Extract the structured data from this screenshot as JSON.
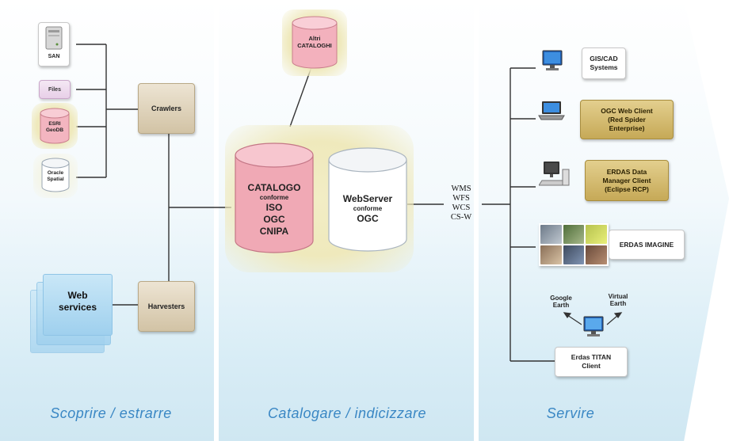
{
  "sections": {
    "discover": "Scoprire / estrarre",
    "catalog": "Catalogare / indicizzare",
    "serve": "Servire"
  },
  "sources": {
    "san": "SAN",
    "files": "Files",
    "esri": [
      "ESRI",
      "GeoDB"
    ],
    "oracle": [
      "Oracle",
      "Spatial"
    ]
  },
  "processors": {
    "crawlers": "Crawlers",
    "harvesters": "Harvesters"
  },
  "web_services": [
    "Web",
    "services"
  ],
  "catalogs": {
    "altri": [
      "Altri",
      "CATALOGHI"
    ],
    "catalogo": {
      "title": "CATALOGO",
      "conforme": "conforme",
      "lines": [
        "ISO",
        "OGC",
        "CNIPA"
      ]
    },
    "webserver": {
      "title": "WebServer",
      "conforme": "conforme",
      "line": "OGC"
    }
  },
  "protocols": [
    "WMS",
    "WFS",
    "WCS",
    "CS-W"
  ],
  "clients": {
    "gis": [
      "GIS/CAD",
      "Systems"
    ],
    "ogc_web": [
      "OGC Web Client",
      "(Red Spider",
      "Enterprise)"
    ],
    "erdas_dm": [
      "ERDAS Data",
      "Manager Client",
      "(Eclipse RCP)"
    ],
    "imagine": "ERDAS IMAGINE",
    "google": [
      "Google",
      "Earth"
    ],
    "virtual": [
      "Virtual",
      "Earth"
    ],
    "titan": [
      "Erdas TITAN",
      "Client"
    ]
  },
  "colors": {
    "section_label": "#3a87c4",
    "catalog_pink": "#f0a9b5",
    "tan_box": "#d2c3a5",
    "gold_box": "#c6a957"
  }
}
